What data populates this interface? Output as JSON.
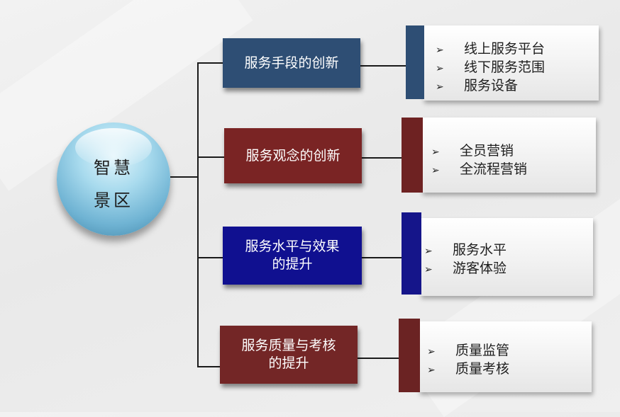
{
  "center": {
    "line1": "智慧",
    "line2": "景区"
  },
  "branches": [
    {
      "title_lines": [
        "服务手段的创新"
      ],
      "color": "#2e4e74",
      "spine_color": "#2e4e74",
      "items": [
        "线上服务平台",
        "线下服务范围",
        "服务设备"
      ]
    },
    {
      "title_lines": [
        "服务观念的创新"
      ],
      "color": "#7a2424",
      "spine_color": "#6e2222",
      "items": [
        "全员营销",
        "全流程营销"
      ]
    },
    {
      "title_lines": [
        "服务水平与效果",
        "的提升"
      ],
      "color": "#101090",
      "spine_color": "#15158a",
      "items": [
        "服务水平",
        "游客体验"
      ]
    },
    {
      "title_lines": [
        "服务质量与考核",
        "的提升"
      ],
      "color": "#732626",
      "spine_color": "#6b2323",
      "items": [
        "质量监管",
        "质量考核"
      ]
    }
  ],
  "bullet_symbol": "➢"
}
